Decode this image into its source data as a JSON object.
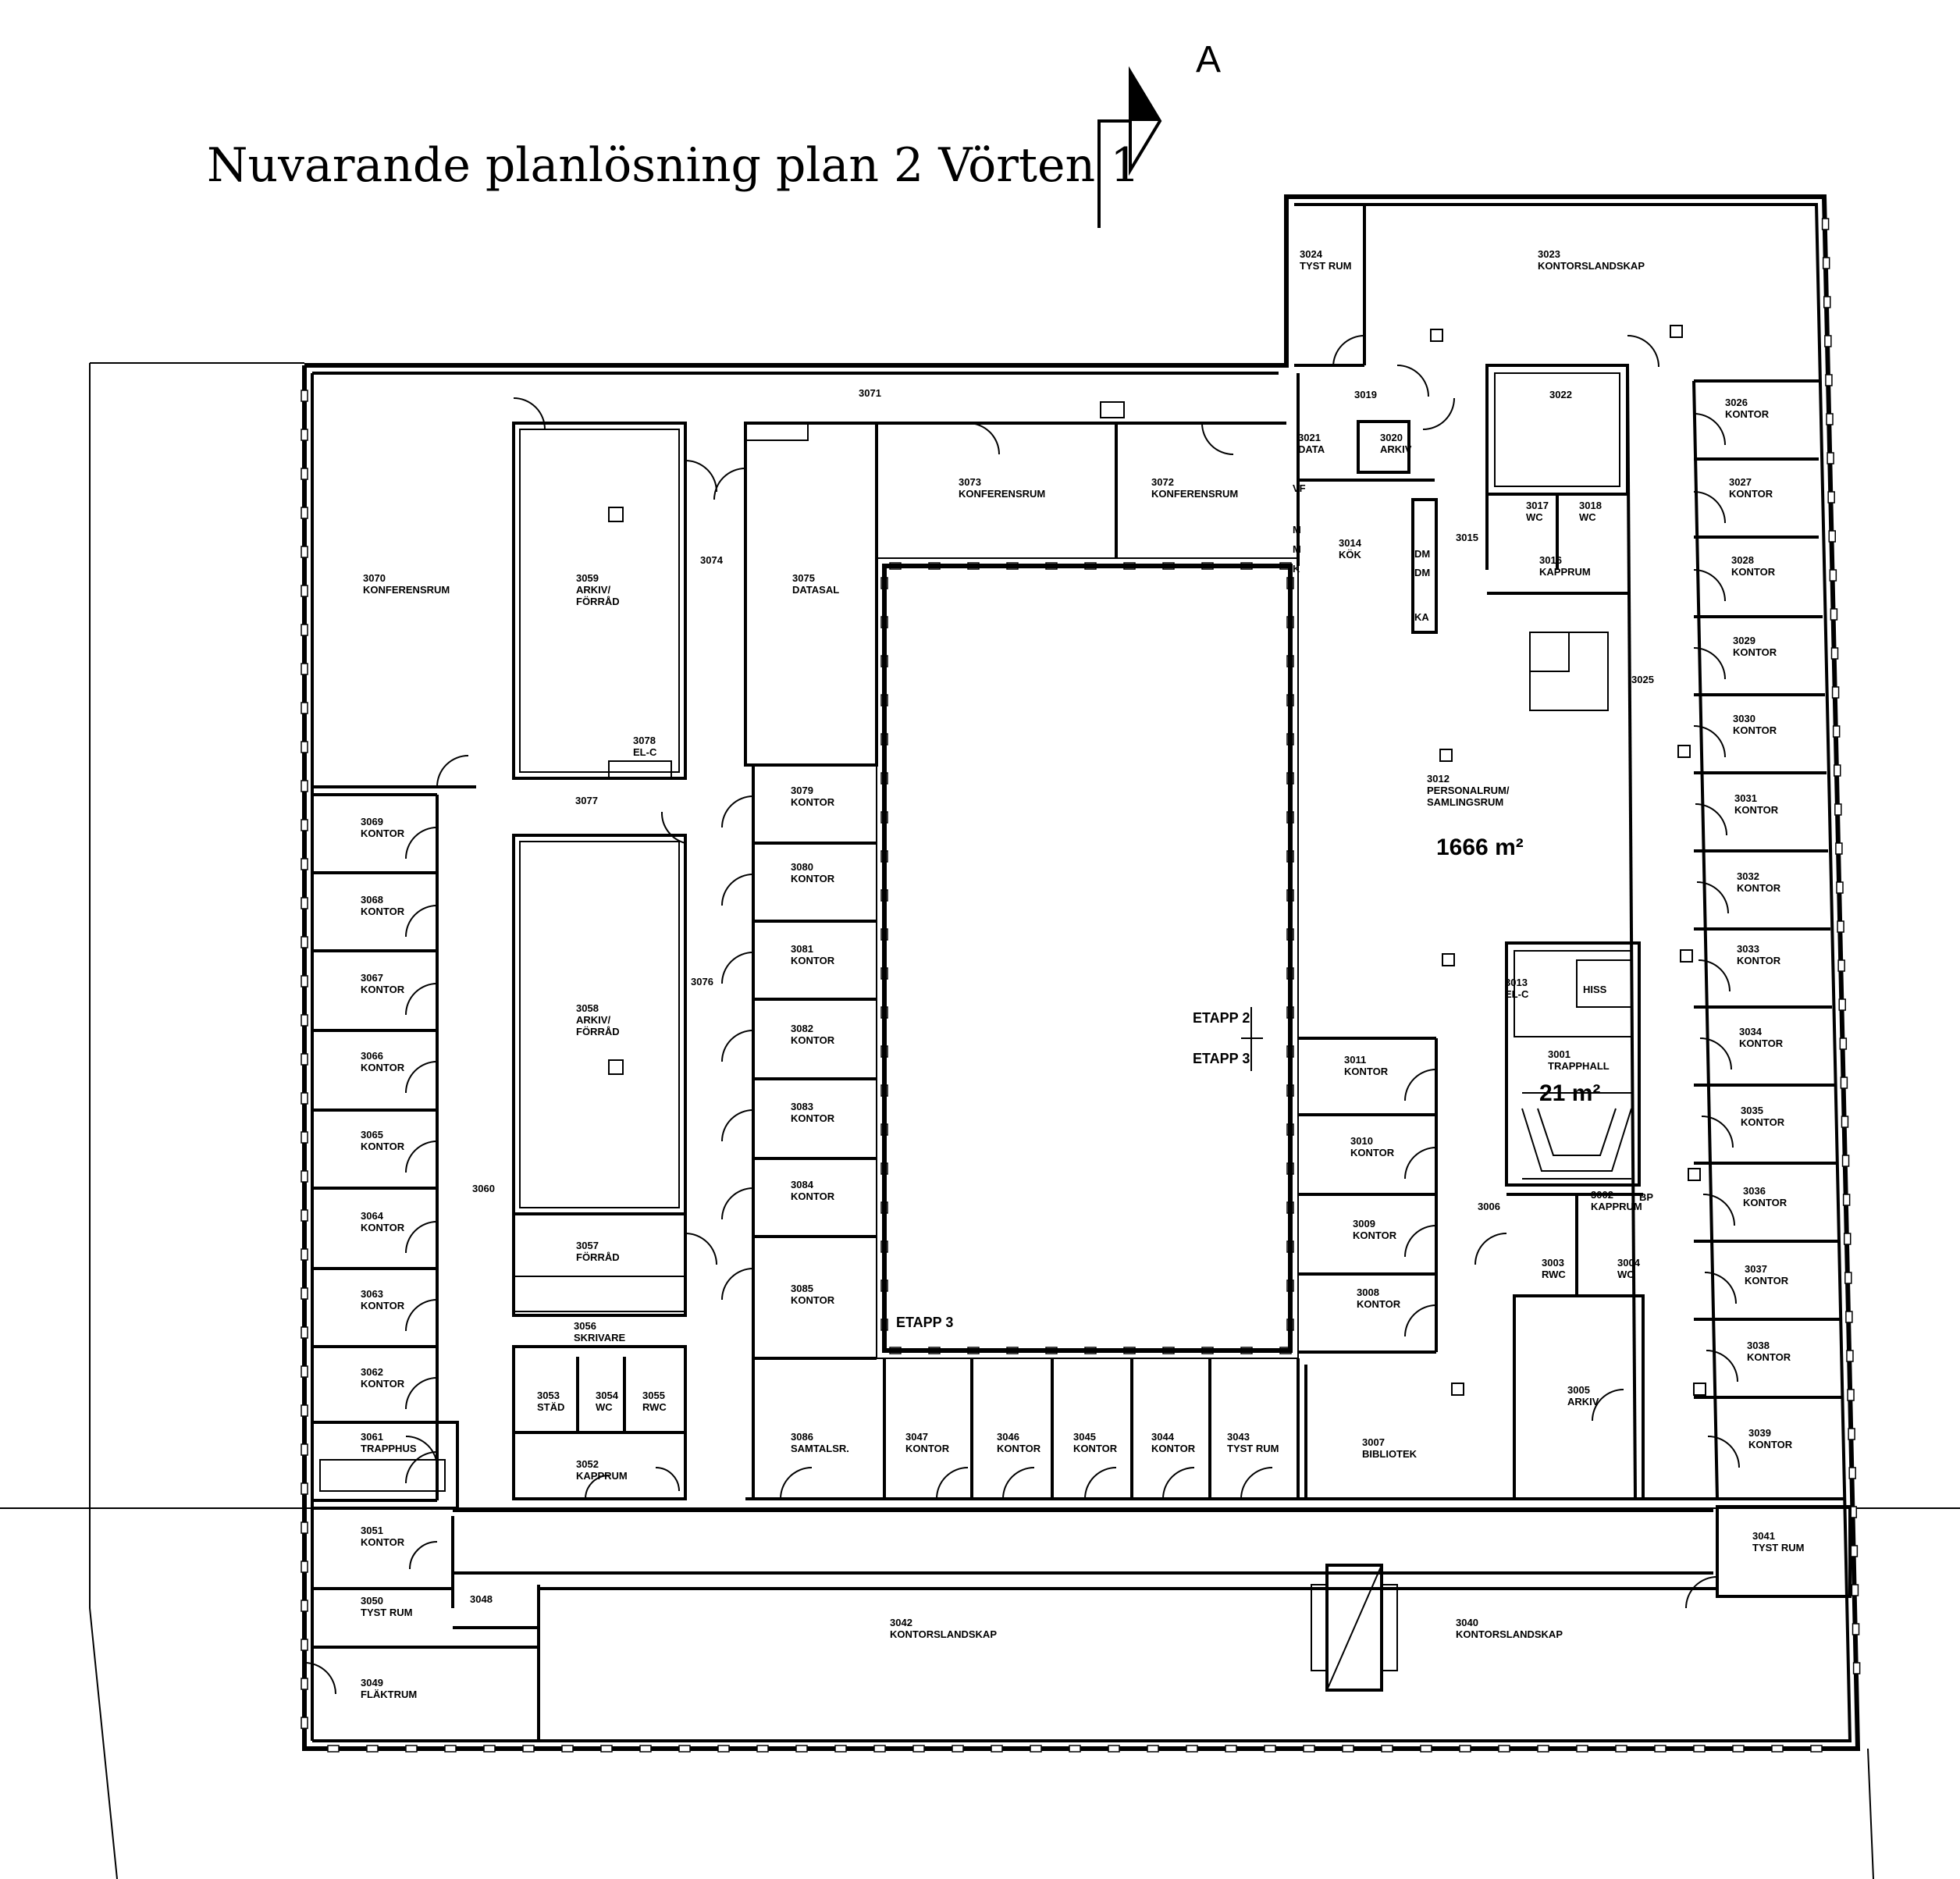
{
  "title": "Nuvarande planlösning plan 2 Vörten 1",
  "section_marker": "A",
  "area_main": "1666 m²",
  "area_stair": "21 m²",
  "etapp": {
    "e2": "ETAPP 2",
    "e3": "ETAPP 3",
    "e3b": "ETAPP 3"
  },
  "rooms": {
    "r3001": [
      "3001",
      "TRAPPHALL"
    ],
    "r3002": [
      "3002",
      "KAPPRUM"
    ],
    "r3003": [
      "3003",
      "RWC"
    ],
    "r3004": [
      "3004",
      "WC"
    ],
    "r3005": [
      "3005",
      "ARKIV"
    ],
    "r3006": [
      "3006",
      ""
    ],
    "r3007": [
      "3007",
      "BIBLIOTEK"
    ],
    "r3008": [
      "3008",
      "KONTOR"
    ],
    "r3009": [
      "3009",
      "KONTOR"
    ],
    "r3010": [
      "3010",
      "KONTOR"
    ],
    "r3011": [
      "3011",
      "KONTOR"
    ],
    "r3012": [
      "3012",
      "PERSONALRUM/",
      "SAMLINGSRUM"
    ],
    "r3013": [
      "3013",
      "EL-C"
    ],
    "r3014": [
      "3014",
      "KÖK"
    ],
    "r3015": [
      "3015",
      ""
    ],
    "r3016": [
      "3016",
      "KAPPRUM"
    ],
    "r3017": [
      "3017",
      "WC"
    ],
    "r3018": [
      "3018",
      "WC"
    ],
    "r3019": [
      "3019",
      ""
    ],
    "r3020": [
      "3020",
      "ARKIV"
    ],
    "r3021": [
      "3021",
      "DATA"
    ],
    "r3022": [
      "3022",
      ""
    ],
    "r3023": [
      "3023",
      "KONTORSLANDSKAP"
    ],
    "r3024": [
      "3024",
      "TYST RUM"
    ],
    "r3025": [
      "3025",
      ""
    ],
    "r3026": [
      "3026",
      "KONTOR"
    ],
    "r3027": [
      "3027",
      "KONTOR"
    ],
    "r3028": [
      "3028",
      "KONTOR"
    ],
    "r3029": [
      "3029",
      "KONTOR"
    ],
    "r3030": [
      "3030",
      "KONTOR"
    ],
    "r3031": [
      "3031",
      "KONTOR"
    ],
    "r3032": [
      "3032",
      "KONTOR"
    ],
    "r3033": [
      "3033",
      "KONTOR"
    ],
    "r3034": [
      "3034",
      "KONTOR"
    ],
    "r3035": [
      "3035",
      "KONTOR"
    ],
    "r3036": [
      "3036",
      "KONTOR"
    ],
    "r3037": [
      "3037",
      "KONTOR"
    ],
    "r3038": [
      "3038",
      "KONTOR"
    ],
    "r3039": [
      "3039",
      "KONTOR"
    ],
    "r3040": [
      "3040",
      "KONTORSLANDSKAP"
    ],
    "r3041": [
      "3041",
      "TYST RUM"
    ],
    "r3042": [
      "3042",
      "KONTORSLANDSKAP"
    ],
    "r3043": [
      "3043",
      "TYST RUM"
    ],
    "r3044": [
      "3044",
      "KONTOR"
    ],
    "r3045": [
      "3045",
      "KONTOR"
    ],
    "r3046": [
      "3046",
      "KONTOR"
    ],
    "r3047": [
      "3047",
      "KONTOR"
    ],
    "r3048": [
      "3048",
      ""
    ],
    "r3049": [
      "3049",
      "FLÄKTRUM"
    ],
    "r3050": [
      "3050",
      "TYST RUM"
    ],
    "r3051": [
      "3051",
      "KONTOR"
    ],
    "r3052": [
      "3052",
      "KAPPRUM"
    ],
    "r3053": [
      "3053",
      "STÄD"
    ],
    "r3054": [
      "3054",
      "WC"
    ],
    "r3055": [
      "3055",
      "RWC"
    ],
    "r3056": [
      "3056",
      "SKRIVARE"
    ],
    "r3057": [
      "3057",
      "FÖRRÅD"
    ],
    "r3058": [
      "3058",
      "ARKIV/",
      "FÖRRÅD"
    ],
    "r3059": [
      "3059",
      "ARKIV/",
      "FÖRRÅD"
    ],
    "r3060": [
      "3060",
      ""
    ],
    "r3061": [
      "3061",
      "TRAPPHUS"
    ],
    "r3062": [
      "3062",
      "KONTOR"
    ],
    "r3063": [
      "3063",
      "KONTOR"
    ],
    "r3064": [
      "3064",
      "KONTOR"
    ],
    "r3065": [
      "3065",
      "KONTOR"
    ],
    "r3066": [
      "3066",
      "KONTOR"
    ],
    "r3067": [
      "3067",
      "KONTOR"
    ],
    "r3068": [
      "3068",
      "KONTOR"
    ],
    "r3069": [
      "3069",
      "KONTOR"
    ],
    "r3070": [
      "3070",
      "KONFERENSRUM"
    ],
    "r3071": [
      "3071",
      ""
    ],
    "r3072": [
      "3072",
      "KONFERENSRUM"
    ],
    "r3073": [
      "3073",
      "KONFERENSRUM"
    ],
    "r3074": [
      "3074",
      ""
    ],
    "r3075": [
      "3075",
      "DATASAL"
    ],
    "r3076": [
      "3076",
      ""
    ],
    "r3077": [
      "3077",
      ""
    ],
    "r3078": [
      "3078",
      "EL-C"
    ],
    "r3079": [
      "3079",
      "KONTOR"
    ],
    "r3080": [
      "3080",
      "KONTOR"
    ],
    "r3081": [
      "3081",
      "KONTOR"
    ],
    "r3082": [
      "3082",
      "KONTOR"
    ],
    "r3083": [
      "3083",
      "KONTOR"
    ],
    "r3084": [
      "3084",
      "KONTOR"
    ],
    "r3085": [
      "3085",
      "KONTOR"
    ],
    "r3086": [
      "3086",
      "SAMTALSR."
    ]
  },
  "fixtures": {
    "hiss": "HISS",
    "ka": "KA",
    "dm1": "DM",
    "dm2": "DM",
    "bp": "BP",
    "vf": "VF",
    "m1": "M",
    "m2": "M",
    "k1": "K"
  }
}
